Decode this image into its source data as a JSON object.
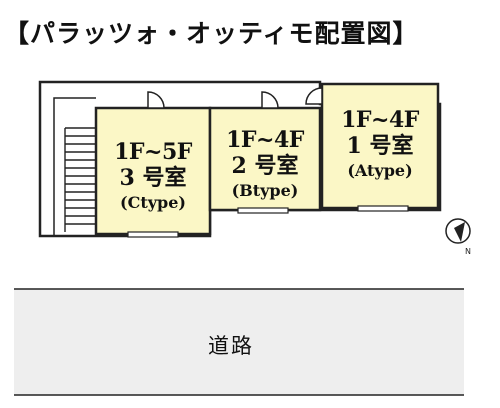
{
  "title": "【パラッツォ・オッティモ配置図】",
  "units": [
    {
      "id": "c",
      "floors": "1F~5F",
      "room": "3 号室",
      "type": "(Ctype)"
    },
    {
      "id": "b",
      "floors": "1F~4F",
      "room": "2 号室",
      "type": "(Btype)"
    },
    {
      "id": "a",
      "floors": "1F~4F",
      "room": "1 号室",
      "type": "(Atype)"
    }
  ],
  "road": {
    "label": "道路"
  },
  "compass": {
    "label": "N",
    "icon": "north-arrow-icon"
  },
  "colors": {
    "unit_fill": "#fbf7c6",
    "road_fill": "#eeeeee",
    "outline": "#222222"
  }
}
